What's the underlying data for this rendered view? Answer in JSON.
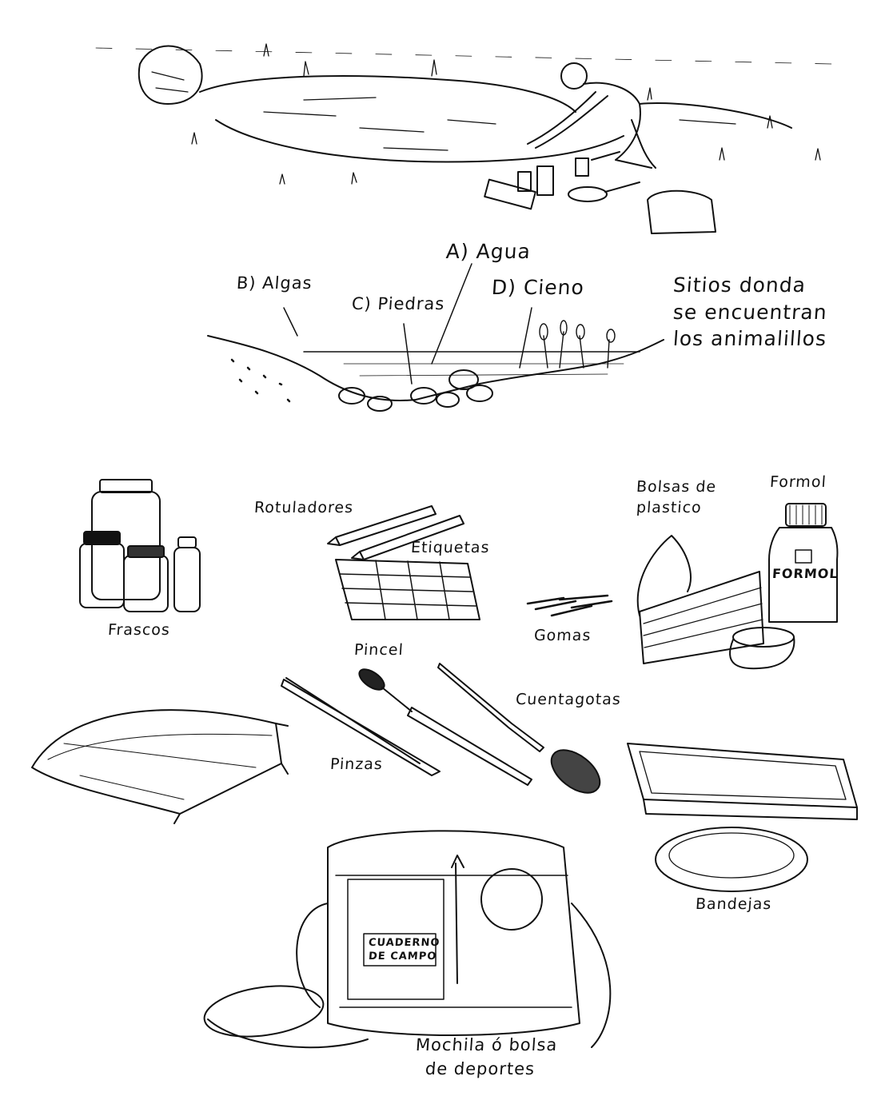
{
  "scene": {
    "labels": {
      "agua": "A) Agua",
      "algas": "B) Algas",
      "piedras": "C) Piedras",
      "cieno": "D) Cieno"
    },
    "caption": [
      "Sitios donda",
      "se encuentran",
      "los animalillos"
    ]
  },
  "materials": {
    "rotuladores": "Rotuladores",
    "etiquetas": "Etiquetas",
    "frascos": "Frascos",
    "pincel": "Pincel",
    "gomas": "Gomas",
    "bolsas": [
      "Bolsas de",
      "plastico"
    ],
    "formol": "Formol",
    "formol_bottle": "FORMOL",
    "cuentagotas": "Cuentagotas",
    "pinzas": "Pinzas",
    "bandejas": "Bandejas",
    "cuaderno": [
      "CUADERNO",
      "DE CAMPO"
    ],
    "mochila": [
      "Mochila ó bolsa",
      "de deportes"
    ]
  },
  "colors": {
    "ink": "#111111",
    "paper": "#ffffff"
  }
}
